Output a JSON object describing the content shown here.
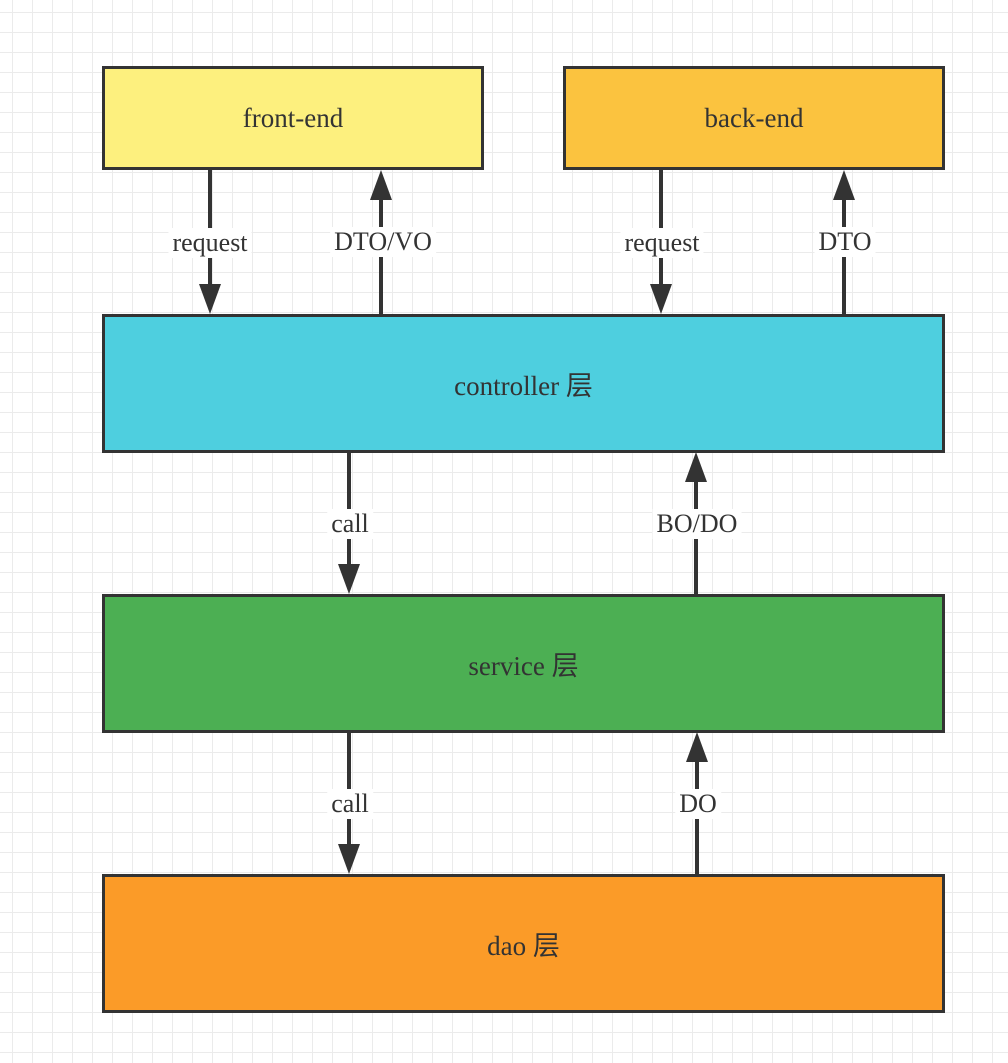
{
  "nodes": {
    "front_end": {
      "label": "front-end",
      "color": "#fdf07e"
    },
    "back_end": {
      "label": "back-end",
      "color": "#fbc33f"
    },
    "controller": {
      "label": "controller 层",
      "color": "#4ecfdf"
    },
    "service": {
      "label": "service 层",
      "color": "#4caf53"
    },
    "dao": {
      "label": "dao 层",
      "color": "#fb9b28"
    }
  },
  "edges": {
    "frontend_request": {
      "label": "request",
      "from": "front-end",
      "to": "controller 层"
    },
    "frontend_dto_vo": {
      "label": "DTO/VO",
      "from": "controller 层",
      "to": "front-end"
    },
    "backend_request": {
      "label": "request",
      "from": "back-end",
      "to": "controller 层"
    },
    "backend_dto": {
      "label": "DTO",
      "from": "controller 层",
      "to": "back-end"
    },
    "controller_call": {
      "label": "call",
      "from": "controller 层",
      "to": "service 层"
    },
    "service_bo_do": {
      "label": "BO/DO",
      "from": "service 层",
      "to": "controller 层"
    },
    "service_call": {
      "label": "call",
      "from": "service 层",
      "to": "dao 层"
    },
    "dao_do": {
      "label": "DO",
      "from": "dao 层",
      "to": "service 层"
    }
  },
  "colors": {
    "stroke": "#333333",
    "grid": "#ebebeb",
    "background": "#ffffff"
  }
}
